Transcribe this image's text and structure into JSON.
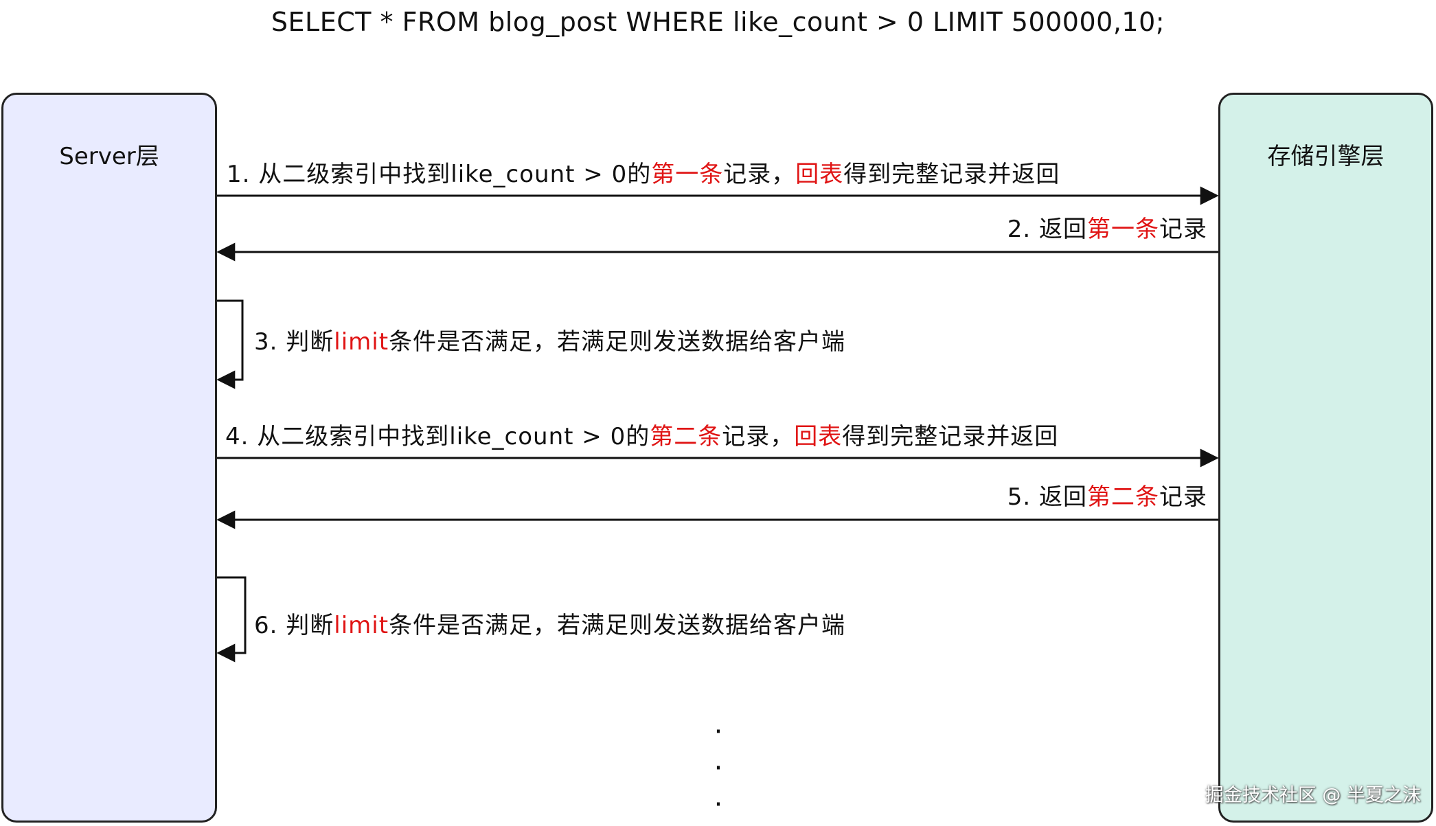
{
  "title": "SELECT * FROM blog_post WHERE like_count > 0 LIMIT 500000,10;",
  "lanes": {
    "server": "Server层",
    "storage": "存储引擎层"
  },
  "steps": [
    {
      "num": "1.",
      "before": "从二级索引中找到like_count > 0的",
      "hl1": "第一条",
      "mid": "记录，",
      "hl2": "回表",
      "after": "得到完整记录并返回"
    },
    {
      "num": "2.",
      "before": "返回",
      "hl1": "第一条",
      "after": "记录"
    },
    {
      "num": "3.",
      "before": "判断",
      "hl1": "limit",
      "after": "条件是否满足，若满足则发送数据给客户端"
    },
    {
      "num": "4.",
      "before": "从二级索引中找到like_count > 0的",
      "hl1": "第二条",
      "mid": "记录，",
      "hl2": "回表",
      "after": "得到完整记录并返回"
    },
    {
      "num": "5.",
      "before": "返回",
      "hl1": "第二条",
      "after": "记录"
    },
    {
      "num": "6.",
      "before": "判断",
      "hl1": "limit",
      "after": "条件是否满足，若满足则发送数据给客户端"
    }
  ],
  "ellipsis": [
    "·",
    "·",
    "·"
  ],
  "watermark": "掘金技术社区 @ 半夏之沫",
  "colors": {
    "highlight": "#e01515",
    "server_lane": "#e9ebff",
    "storage_lane": "#d4f1e9"
  }
}
